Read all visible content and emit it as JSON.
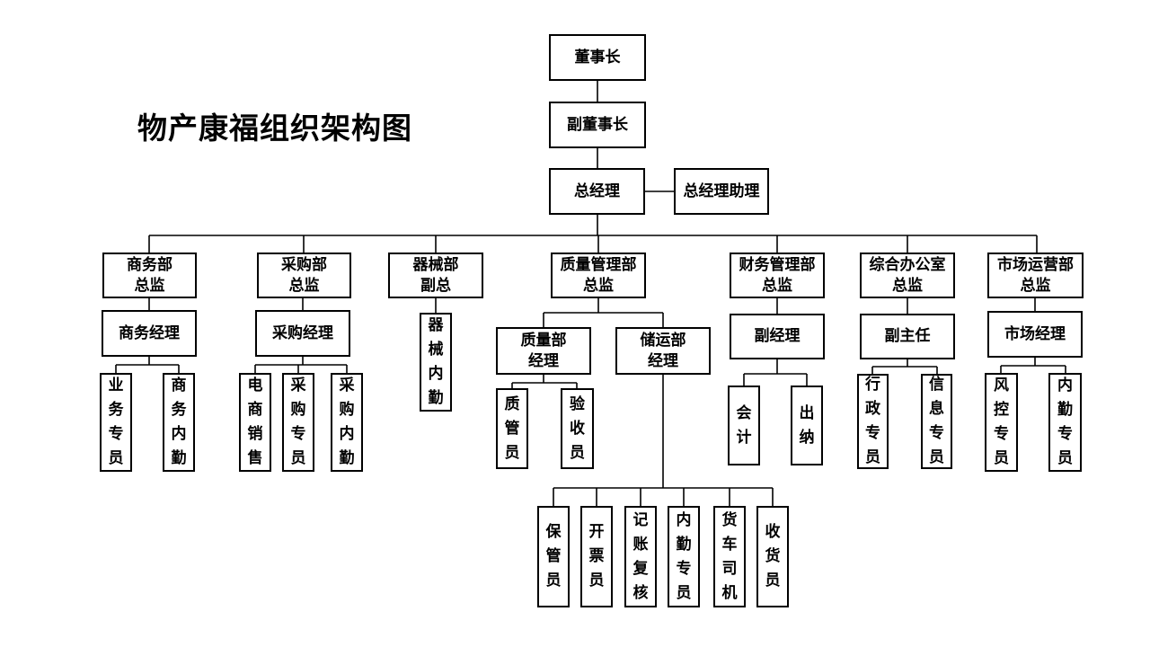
{
  "title": "物产康福组织架构图",
  "nodes": {
    "chairman": "董事长",
    "vice_chairman": "副董事长",
    "gm": "总经理",
    "gm_assistant": "总经理助理",
    "dept_business": "商务部\n总监",
    "dept_procurement": "采购部\n总监",
    "dept_equipment": "器械部\n副总",
    "dept_quality": "质量管理部\n总监",
    "dept_finance": "财务管理部\n总监",
    "dept_office": "综合办公室\n总监",
    "dept_marketing": "市场运营部\n总监",
    "mgr_business": "商务经理",
    "mgr_procurement": "采购经理",
    "equip_clerk": "器械内勤",
    "mgr_quality": "质量部\n经理",
    "mgr_storage": "储运部\n经理",
    "deputy_mgr_finance": "副经理",
    "deputy_director_office": "副主任",
    "mgr_marketing": "市场经理",
    "biz_specialist": "业务专员",
    "biz_clerk": "商务内勤",
    "ecom_sales": "电商销售",
    "purchase_specialist": "采购专员",
    "purchase_clerk": "采购内勤",
    "qc_officer": "质管员",
    "inspector": "验收员",
    "storekeeper": "保管员",
    "invoicer": "开票员",
    "bookkeeping_review": "记账复核",
    "storage_clerk": "内勤专员",
    "truck_driver": "货车司机",
    "receiver": "收货员",
    "accountant": "会计",
    "cashier": "出纳",
    "admin_specialist": "行政专员",
    "info_specialist": "信息专员",
    "risk_specialist": "风控专员",
    "marketing_clerk": "内勤专员"
  },
  "hierarchy": {
    "label": "董事长",
    "children": [
      {
        "label": "副董事长",
        "children": [
          {
            "label": "总经理",
            "assistant": "总经理助理",
            "children": [
              {
                "label": "商务部总监",
                "children": [
                  {
                    "label": "商务经理",
                    "children": [
                      {
                        "label": "业务专员"
                      },
                      {
                        "label": "商务内勤"
                      }
                    ]
                  }
                ]
              },
              {
                "label": "采购部总监",
                "children": [
                  {
                    "label": "采购经理",
                    "children": [
                      {
                        "label": "电商销售"
                      },
                      {
                        "label": "采购专员"
                      },
                      {
                        "label": "采购内勤"
                      }
                    ]
                  }
                ]
              },
              {
                "label": "器械部副总",
                "children": [
                  {
                    "label": "器械内勤"
                  }
                ]
              },
              {
                "label": "质量管理部总监",
                "children": [
                  {
                    "label": "质量部经理",
                    "children": [
                      {
                        "label": "质管员"
                      },
                      {
                        "label": "验收员"
                      }
                    ]
                  },
                  {
                    "label": "储运部经理",
                    "children": [
                      {
                        "label": "保管员"
                      },
                      {
                        "label": "开票员"
                      },
                      {
                        "label": "记账复核"
                      },
                      {
                        "label": "内勤专员"
                      },
                      {
                        "label": "货车司机"
                      },
                      {
                        "label": "收货员"
                      }
                    ]
                  }
                ]
              },
              {
                "label": "财务管理部总监",
                "children": [
                  {
                    "label": "副经理",
                    "children": [
                      {
                        "label": "会计"
                      },
                      {
                        "label": "出纳"
                      }
                    ]
                  }
                ]
              },
              {
                "label": "综合办公室总监",
                "children": [
                  {
                    "label": "副主任",
                    "children": [
                      {
                        "label": "行政专员"
                      },
                      {
                        "label": "信息专员"
                      }
                    ]
                  }
                ]
              },
              {
                "label": "市场运营部总监",
                "children": [
                  {
                    "label": "市场经理",
                    "children": [
                      {
                        "label": "风控专员"
                      },
                      {
                        "label": "内勤专员"
                      }
                    ]
                  }
                ]
              }
            ]
          }
        ]
      }
    ]
  }
}
